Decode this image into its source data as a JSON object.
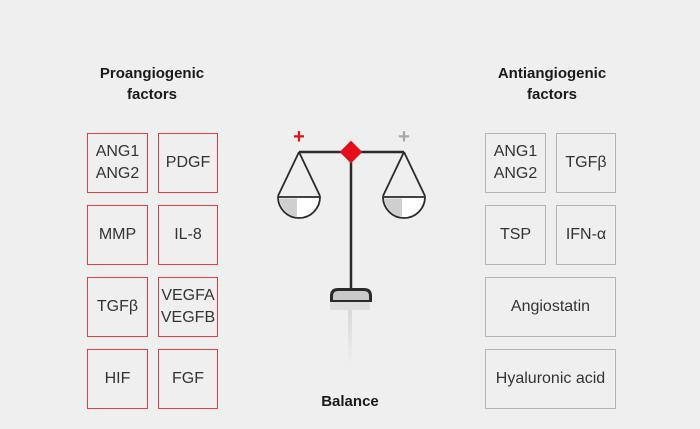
{
  "pro": {
    "title": "Proangiogenic\nfactors",
    "items": [
      "ANG1\nANG2",
      "PDGF",
      "MMP",
      "IL-8",
      "TGFβ",
      "VEGFA\nVEGFB",
      "HIF",
      "FGF"
    ]
  },
  "anti": {
    "title": "Antiangiogenic\nfactors",
    "items": [
      "ANG1\nANG2",
      "TGFβ",
      "TSP",
      "IFN-α",
      "Angiostatin",
      "Hyaluronic acid"
    ]
  },
  "scale": {
    "plus_left": "+",
    "plus_right": "+",
    "label": "Balance"
  },
  "colors": {
    "pro_accent": "#e0404a",
    "anti_border": "#b4b4b4",
    "pivot": "#e3101a",
    "scale_dark": "#2a2a2a"
  }
}
